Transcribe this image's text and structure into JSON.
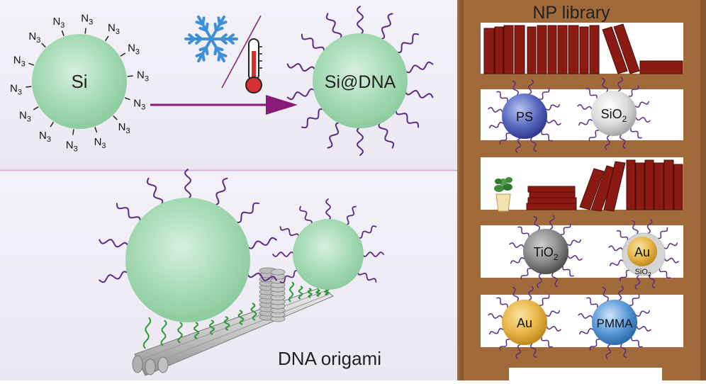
{
  "top_panel": {
    "si_label": "Si",
    "n3_base": "N",
    "n3_sub": "3",
    "product_label": "Si@DNA",
    "icons": [
      "snowflake-icon",
      "thermometer-icon",
      "arrow-right-icon"
    ]
  },
  "bottom_panel": {
    "origami_label": "DNA origami"
  },
  "library": {
    "title": "NP library",
    "shelf1": {
      "items": [
        "book-row"
      ]
    },
    "shelf2": {
      "particles": [
        {
          "base": "PS",
          "sub": "",
          "color": "#4f5fb0"
        },
        {
          "base": "SiO",
          "sub": "2",
          "color": "#d8d8d8"
        }
      ]
    },
    "shelf3": {
      "items": [
        "plant-icon",
        "book-stack",
        "book-row"
      ]
    },
    "shelf4": {
      "particles": [
        {
          "base": "TiO",
          "sub": "2",
          "color": "#8a8a8a"
        },
        {
          "base": "Au",
          "sub": "",
          "color": "#e8b648"
        }
      ],
      "shell_label_base": "SiO",
      "shell_label_sub": "2"
    },
    "shelf5": {
      "particles": [
        {
          "base": "Au",
          "sub": "",
          "color": "#e8b648"
        },
        {
          "base": "PMMA",
          "sub": "",
          "color": "#5a9ad8"
        }
      ]
    }
  },
  "colors": {
    "sphere_green": "#a7dbb5",
    "dna_purple": "#5a2d82",
    "arrow_purple": "#8a1a7a",
    "wood": "#a06a3a",
    "book_red": "#8b1a12",
    "dna_green": "#2d9a3a",
    "divider_pink": "#d9b4d9"
  }
}
